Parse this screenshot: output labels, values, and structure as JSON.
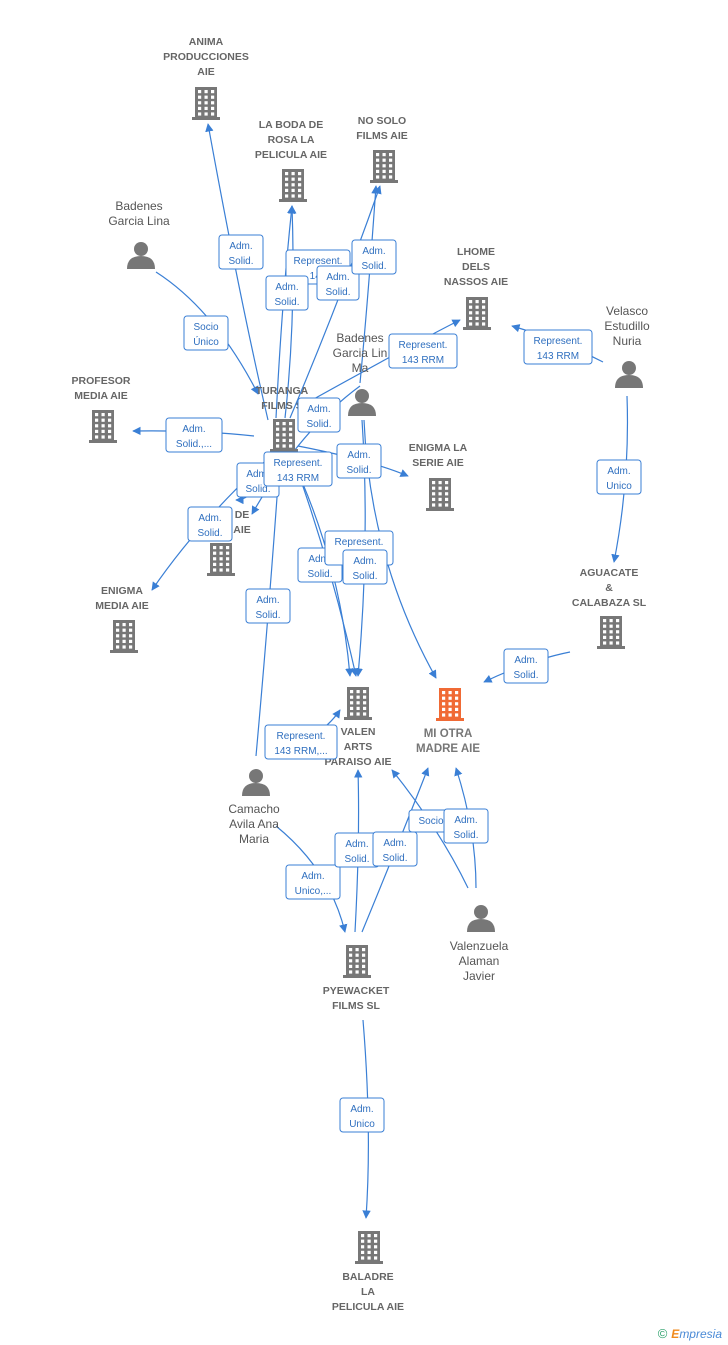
{
  "nodes": [
    {
      "id": "anima",
      "type": "company",
      "label": [
        "ANIMA",
        "PRODUCCIONES",
        "AIE"
      ],
      "color": "#777777"
    },
    {
      "id": "boda",
      "type": "company",
      "label": [
        "LA BODA DE",
        "ROSA LA",
        "PELICULA  AIE"
      ],
      "color": "#777777"
    },
    {
      "id": "nosolo",
      "type": "company",
      "label": [
        "NO SOLO",
        "FILMS AIE"
      ],
      "color": "#777777"
    },
    {
      "id": "badenes_lina",
      "type": "person",
      "label": [
        "Badenes",
        "Garcia Lina"
      ],
      "color": "#777777"
    },
    {
      "id": "lhome",
      "type": "company",
      "label": [
        "LHOME",
        "DELS",
        "NASSOS  AIE"
      ],
      "color": "#777777"
    },
    {
      "id": "velasco",
      "type": "person",
      "label": [
        "Velasco",
        "Estudillo",
        "Nuria"
      ],
      "color": "#777777"
    },
    {
      "id": "badenes_m",
      "type": "person",
      "label": [
        "Badenes",
        "Garcia Lin",
        "Ma"
      ],
      "color": "#777777"
    },
    {
      "id": "profesor",
      "type": "company",
      "label": [
        "PROFESOR",
        "MEDIA AIE"
      ],
      "color": "#777777"
    },
    {
      "id": "turanga",
      "type": "company",
      "label": [
        "TURANGA",
        "FILMS S"
      ],
      "color": "#777777"
    },
    {
      "id": "enigma_serie",
      "type": "company",
      "label": [
        "ENIGMA LA",
        "SERIE AIE"
      ],
      "color": "#777777"
    },
    {
      "id": "de_aie",
      "type": "company",
      "label": [
        "DE",
        "AIE"
      ],
      "color": "#777777"
    },
    {
      "id": "enigma_media",
      "type": "company",
      "label": [
        "ENIGMA",
        "MEDIA  AIE"
      ],
      "color": "#777777"
    },
    {
      "id": "aguacate",
      "type": "company",
      "label": [
        "AGUACATE",
        "&",
        "CALABAZA  SL"
      ],
      "color": "#777777"
    },
    {
      "id": "valen",
      "type": "company",
      "label": [
        "VALEN",
        "ARTS",
        "PARAISO AIE"
      ],
      "color": "#777777"
    },
    {
      "id": "miotra",
      "type": "company",
      "label": [
        "MI OTRA",
        "MADRE AIE"
      ],
      "color": "#f06a35",
      "focus": true
    },
    {
      "id": "camacho",
      "type": "person",
      "label": [
        "Camacho",
        "Avila Ana",
        "Maria"
      ],
      "color": "#777777"
    },
    {
      "id": "valenzuela",
      "type": "person",
      "label": [
        "Valenzuela",
        "Alaman",
        "Javier"
      ],
      "color": "#777777"
    },
    {
      "id": "pyewacket",
      "type": "company",
      "label": [
        "PYEWACKET",
        "FILMS  SL"
      ],
      "color": "#777777"
    },
    {
      "id": "baladre",
      "type": "company",
      "label": [
        "BALADRE",
        "LA",
        "PELICULA AIE"
      ],
      "color": "#777777"
    }
  ],
  "edges": [
    {
      "from": "turanga",
      "to": "anima",
      "label": [
        "Adm.",
        "Solid."
      ]
    },
    {
      "from": "turanga",
      "to": "boda",
      "label": [
        "Represent.",
        "143"
      ]
    },
    {
      "from": "turanga",
      "to": "boda",
      "label": [
        "Adm.",
        "Solid."
      ]
    },
    {
      "from": "turanga",
      "to": "nosolo",
      "label": [
        "Adm.",
        "Solid."
      ]
    },
    {
      "from": "badenes_m",
      "to": "nosolo",
      "label": [
        "Adm.",
        "Solid."
      ]
    },
    {
      "from": "badenes_lina",
      "to": "turanga",
      "label": [
        "Socio",
        "Único"
      ]
    },
    {
      "from": "turanga",
      "to": "lhome",
      "label": [
        "Represent.",
        "143 RRM"
      ]
    },
    {
      "from": "velasco",
      "to": "lhome",
      "label": [
        "Represent.",
        "143 RRM"
      ]
    },
    {
      "from": "badenes_m",
      "to": "de_aie",
      "label": [
        "Adm.",
        "Solid."
      ]
    },
    {
      "from": "turanga",
      "to": "profesor",
      "label": [
        "Adm.",
        "Solid.,..."
      ]
    },
    {
      "from": "turanga",
      "to": "enigma_serie",
      "label": [
        "Adm.",
        "Solid."
      ]
    },
    {
      "from": "turanga",
      "to": "de_aie",
      "label": [
        "Adm.",
        "Solid."
      ]
    },
    {
      "from": "turanga",
      "to": "enigma_media",
      "label": [
        "Adm.",
        "Solid."
      ]
    },
    {
      "from": "turanga",
      "to": "valen",
      "label": [
        "Represent.",
        "143 RRM"
      ]
    },
    {
      "from": "turanga",
      "to": "valen",
      "label": [
        "Adm.",
        "Solid."
      ]
    },
    {
      "from": "badenes_m",
      "to": "valen",
      "label": [
        "Represent.",
        "143"
      ]
    },
    {
      "from": "badenes_m",
      "to": "miotra",
      "label": [
        "Adm.",
        "Solid."
      ]
    },
    {
      "from": "velasco",
      "to": "aguacate",
      "label": [
        "Adm.",
        "Unico"
      ]
    },
    {
      "from": "aguacate",
      "to": "miotra",
      "label": [
        "Adm.",
        "Solid."
      ]
    },
    {
      "from": "camacho",
      "to": "turanga",
      "label": [
        "Adm.",
        "Solid."
      ]
    },
    {
      "from": "camacho",
      "to": "valen",
      "label": [
        "Represent.",
        "143 RRM,..."
      ]
    },
    {
      "from": "camacho",
      "to": "pyewacket",
      "label": [
        "Adm.",
        "Unico,..."
      ]
    },
    {
      "from": "pyewacket",
      "to": "valen",
      "label": [
        "Adm.",
        "Solid."
      ]
    },
    {
      "from": "pyewacket",
      "to": "miotra",
      "label": [
        "Adm.",
        "Solid."
      ]
    },
    {
      "from": "valenzuela",
      "to": "valen",
      "label": [
        "Socio"
      ]
    },
    {
      "from": "valenzuela",
      "to": "miotra",
      "label": [
        "Adm.",
        "Solid."
      ]
    },
    {
      "from": "pyewacket",
      "to": "baladre",
      "label": [
        "Adm.",
        "Unico"
      ]
    }
  ],
  "footer": {
    "copyright": "©",
    "brand_first": "E",
    "brand_rest": "mpresia"
  }
}
